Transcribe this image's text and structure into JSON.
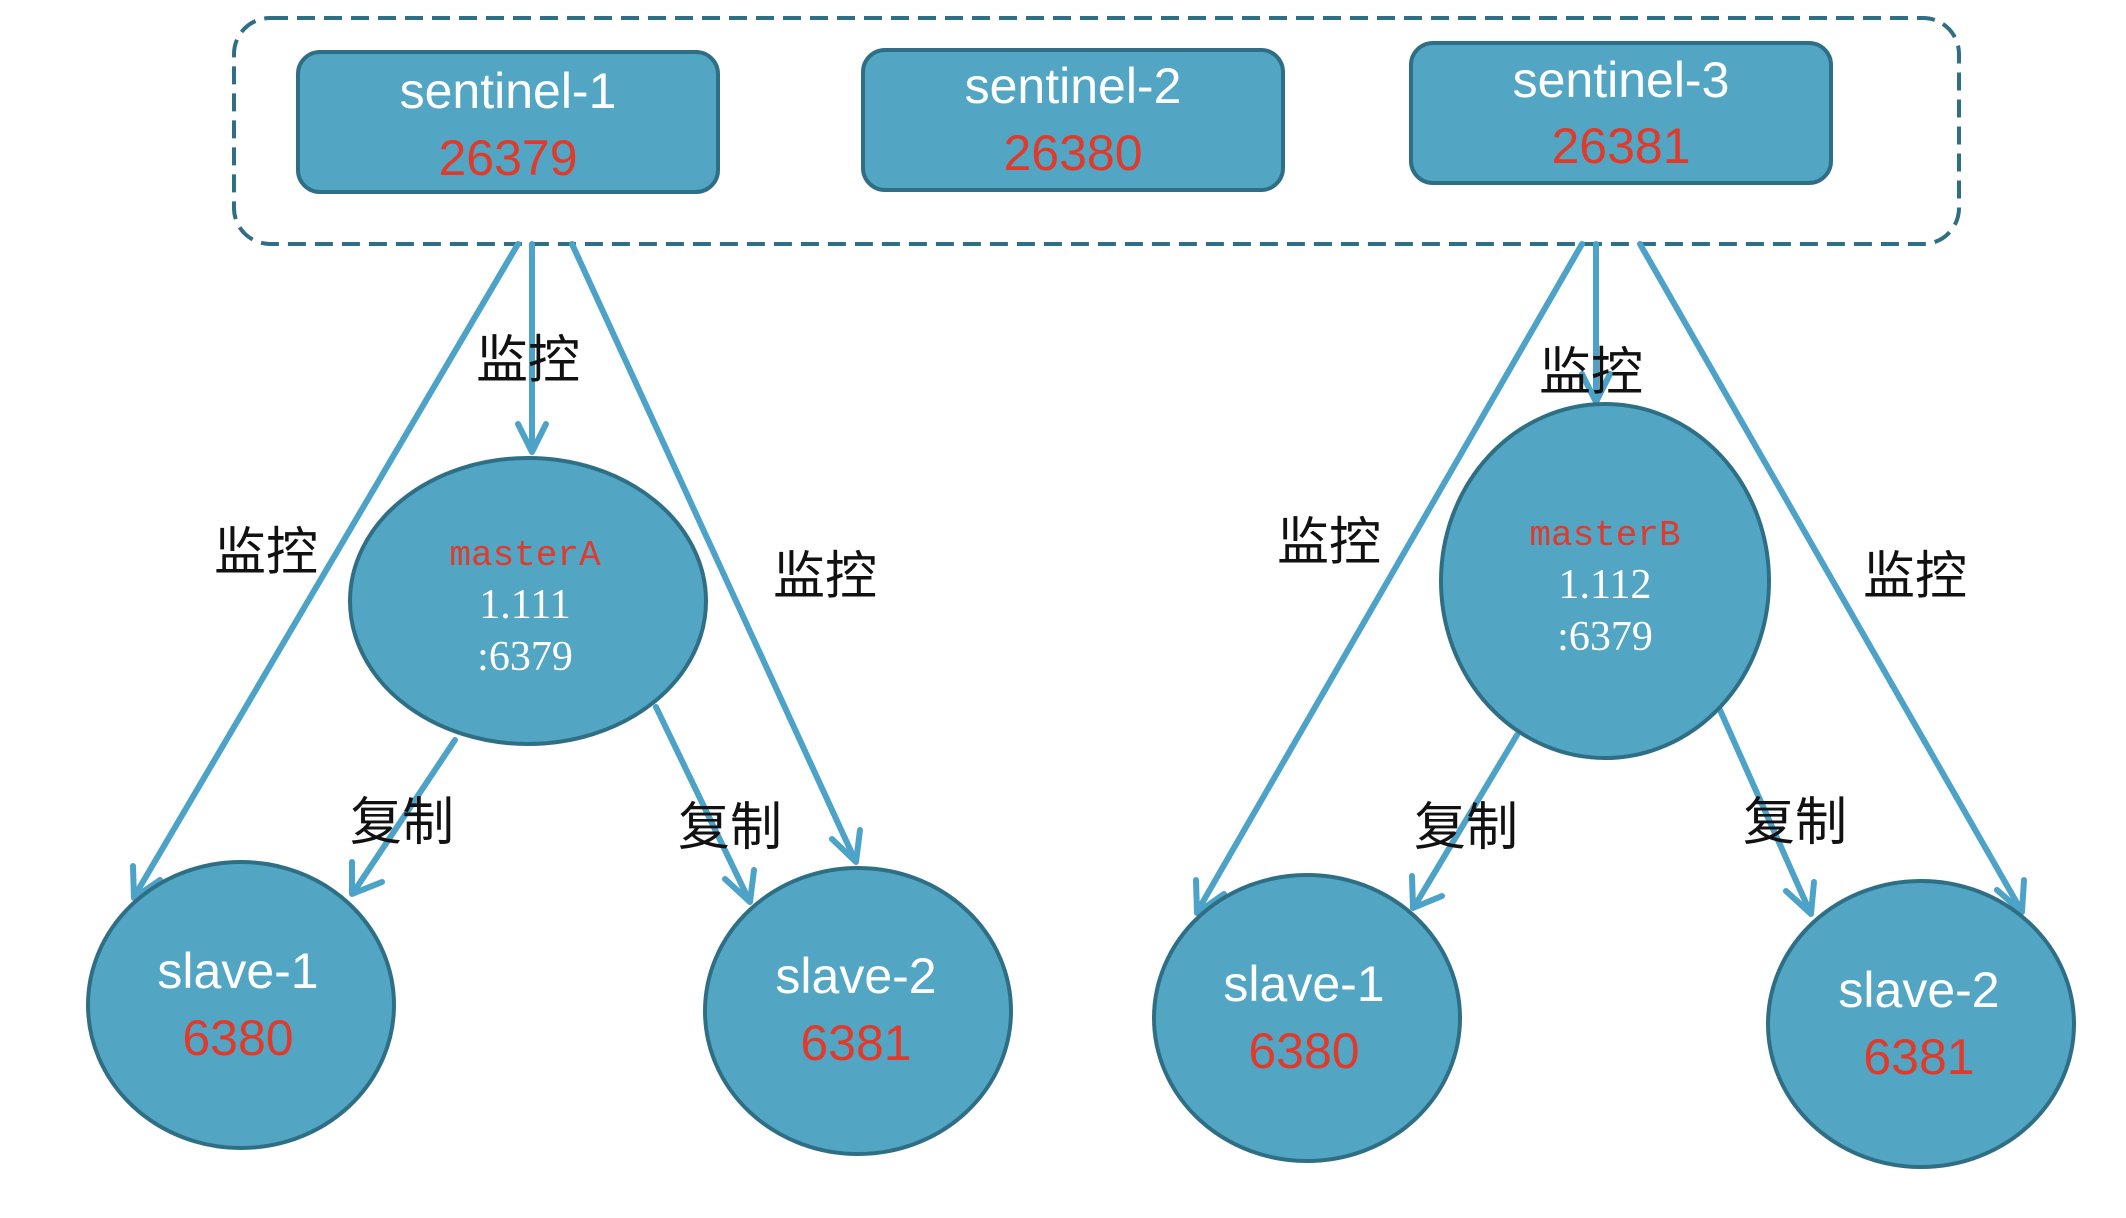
{
  "colors": {
    "node_fill": "#52a6c4",
    "node_stroke": "#2f6f86",
    "arrow": "#4ca3c7",
    "group_border": "#2f6f86",
    "port_text": "#e03a2b",
    "name_text": "#ffffff",
    "label_text": "#111111"
  },
  "sentinels": [
    {
      "name": "sentinel-1",
      "port": "26379"
    },
    {
      "name": "sentinel-2",
      "port": "26380"
    },
    {
      "name": "sentinel-3",
      "port": "26381"
    }
  ],
  "masters": [
    {
      "name": "masterA",
      "ip": "1.111",
      "port": ":6379"
    },
    {
      "name": "masterB",
      "ip": "1.112",
      "port": ":6379"
    }
  ],
  "slaves": [
    {
      "name": "slave-1",
      "port": "6380"
    },
    {
      "name": "slave-2",
      "port": "6381"
    },
    {
      "name": "slave-1",
      "port": "6380"
    },
    {
      "name": "slave-2",
      "port": "6381"
    }
  ],
  "edge_labels": {
    "monitor": "监控",
    "replicate": "复制"
  }
}
